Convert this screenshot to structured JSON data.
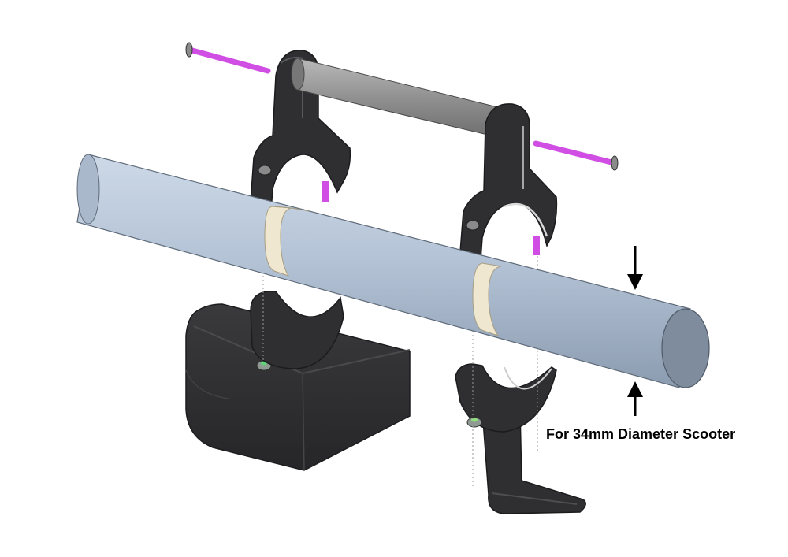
{
  "diagram": {
    "caption": "For 34mm Diameter Scooter",
    "colors": {
      "tube": "#b7c6d8",
      "tube_dark": "#8d9db1",
      "tube_end": "#7d8a9c",
      "clamp": "#2f2f31",
      "clamp_light": "#55585c",
      "crossbar": "#8e8e8e",
      "pin": "#d04ee3",
      "collar": "#efe7cf",
      "block": "#2b2b2d",
      "arrow": "#000000"
    },
    "parts": [
      "scooter-tube",
      "crossbar",
      "left-clamp",
      "right-clamp",
      "clamp-pins",
      "collars",
      "base-block",
      "foot-stand",
      "dimension-arrows"
    ]
  }
}
